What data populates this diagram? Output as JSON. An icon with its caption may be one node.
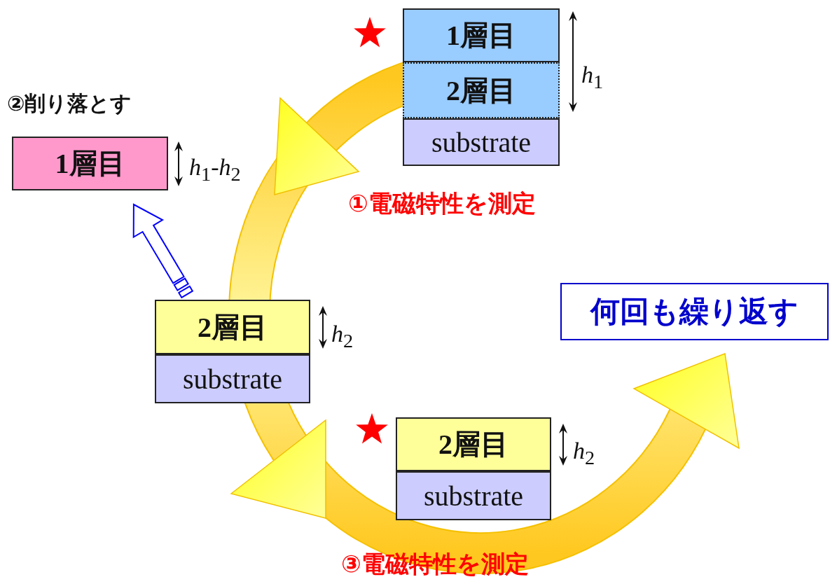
{
  "diagram": {
    "nodes": [
      {
        "text": [
          "1層目"
        ]
      },
      {
        "text": [
          "2層目"
        ]
      },
      {
        "text": [
          "substrate"
        ]
      },
      {
        "text": [
          "1層目"
        ]
      },
      {
        "text": [
          "2層目"
        ]
      },
      {
        "text": [
          "substrate"
        ]
      },
      {
        "text": [
          "2層目"
        ]
      },
      {
        "text": [
          "substrate"
        ]
      },
      {
        "text": [
          "何回も繰り返す"
        ]
      }
    ],
    "edges": [
      {
        "from": 4,
        "to": 3,
        "arrow": "to",
        "color": "#0000ff"
      }
    ],
    "labels": [
      "②削り落とす",
      "*h*$_{1}$",
      "①電磁特性を測定",
      "*h*$_{1}$-*h*$_{2}$",
      "*h*$_{2}$",
      "*h*$_{2}$",
      "③電磁特性を測定"
    ]
  }
}
